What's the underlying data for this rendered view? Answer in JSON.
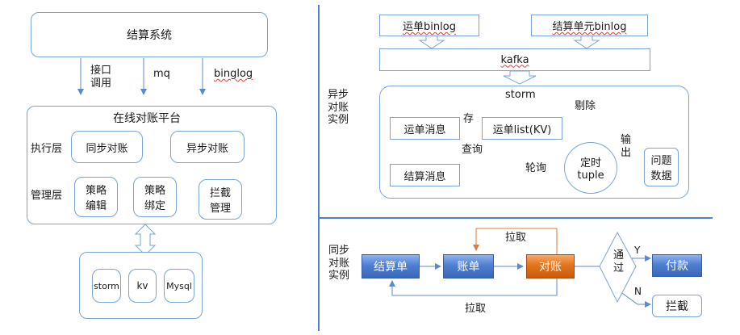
{
  "left": {
    "settlement_system": "结算系统",
    "arrow_labels": {
      "interface_call": "接口\n调用",
      "mq": "mq",
      "binlog": "binglog"
    },
    "platform": {
      "title": "在线对账平台",
      "exec_layer": "执行层",
      "sync_recon": "同步对账",
      "async_recon": "异步对账",
      "mgmt_layer": "管理层",
      "strategy_edit": "策略\n编辑",
      "strategy_bind": "策略\n绑定",
      "intercept_mgmt": "拦截\n管理"
    },
    "storage": {
      "storm": "storm",
      "kv": "kv",
      "mysql": "Mysql"
    }
  },
  "async_example": {
    "label": "异步\n对账\n实例",
    "waybill_binlog": "运单binlog",
    "settle_unit_binlog": "结算单元binlog",
    "kafka": "kafka",
    "storm": "storm",
    "waybill_msg": "运单消息",
    "settle_msg": "结算消息",
    "waybill_list": "运单list(KV)",
    "store": "存",
    "query": "查询",
    "remove": "剔除",
    "poll": "轮询",
    "timer": "定时\ntuple",
    "output": "输\n出",
    "problem_data": "问题\n数据"
  },
  "sync_example": {
    "label": "同步\n对账\n实例",
    "settlement_doc": "结算单",
    "bill": "账单",
    "reconcile": "对账",
    "pass": "通\n过",
    "yes": "Y",
    "no": "N",
    "pay": "付款",
    "intercept": "拦截",
    "pull_top": "拉取",
    "pull_bottom": "拉取"
  },
  "colors": {
    "line_blue": "#7aa3d6",
    "accent_blue": "#4e7fd4",
    "accent_orange": "#e3741c",
    "remove_arrow": "#e07a3a",
    "poll_arrow": "#3dbf9a"
  }
}
